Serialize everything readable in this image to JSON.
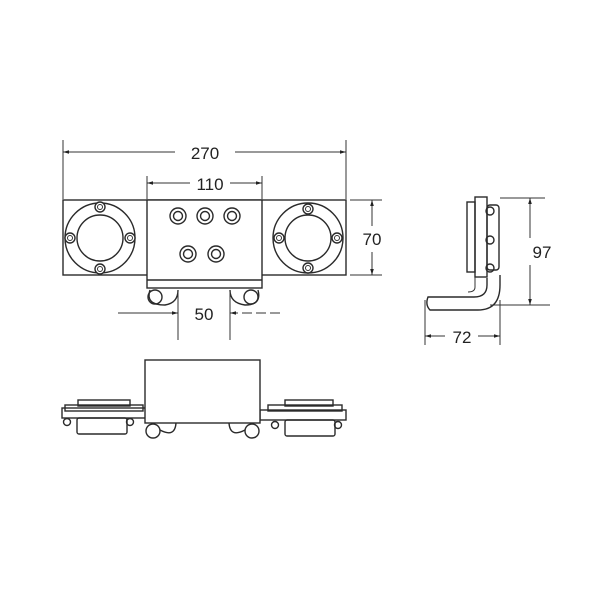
{
  "drawing": {
    "dimensions": {
      "overall_length": "270",
      "center_block_width": "110",
      "height": "70",
      "roller_spacing": "50",
      "side_height": "97",
      "side_depth": "72"
    },
    "line_color": "#2a2a2a",
    "background": "#ffffff"
  }
}
